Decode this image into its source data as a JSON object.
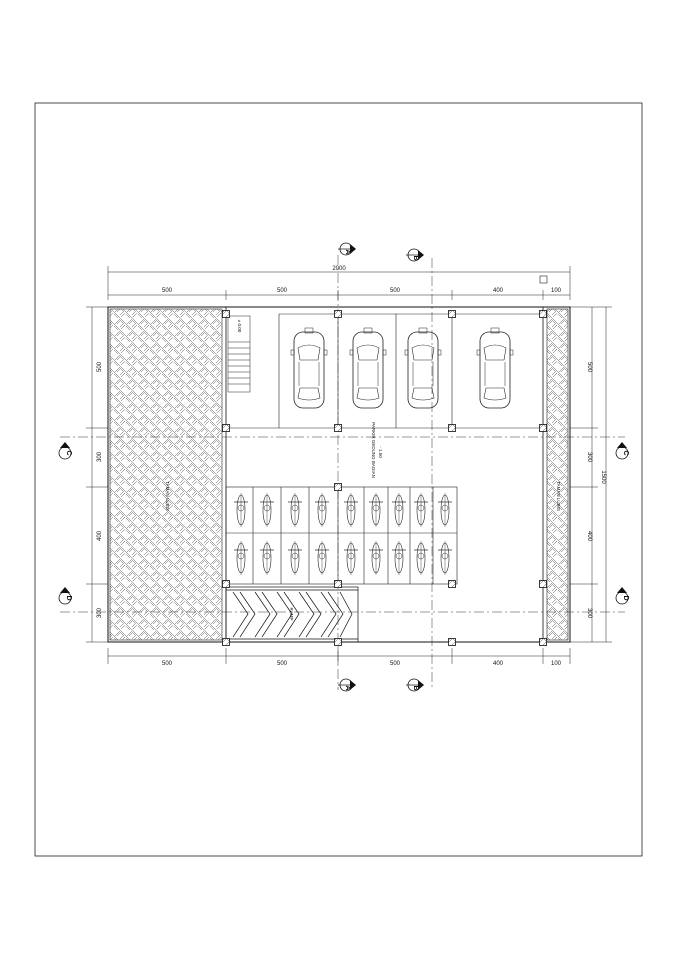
{
  "drawing": {
    "dims_top_total": "2000",
    "dims_top": [
      "500",
      "500",
      "500",
      "400",
      "100"
    ],
    "dims_bottom": [
      "500",
      "500",
      "500",
      "400",
      "100"
    ],
    "dims_left": [
      "500",
      "300",
      "400",
      "300"
    ],
    "dims_right": [
      "500",
      "300",
      "400",
      "300"
    ],
    "dims_right_total": "1500",
    "section_a": "A",
    "section_b": "B",
    "grid_c": "C",
    "grid_d": "D",
    "room_left": "TAMAN LUBIS",
    "room_right": "TAMAN LUBIS",
    "center_label": "PARKIR GEDUNG BAGIAN",
    "center_level": "- 1.50",
    "stair_level": "± 0.00",
    "ramp": "RAMP"
  },
  "colors": {
    "line": "#1a1a1a",
    "hatch": "#444444",
    "paper": "#ffffff"
  }
}
